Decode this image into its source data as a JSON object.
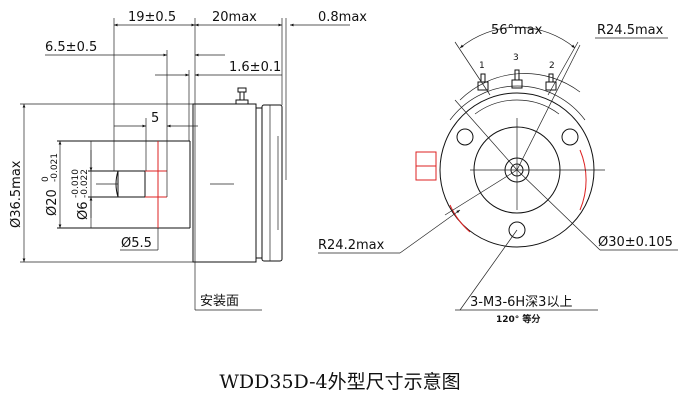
{
  "title": "WDD35D-4外型尺寸示意图",
  "side_view": {
    "dim_19": "19±0.5",
    "dim_20max": "20max",
    "dim_08max": "0.8max",
    "dim_65": "6.5±0.5",
    "dim_16": "1.6±0.1",
    "dim_5": "5",
    "dim_d365": "Ø36.5max",
    "dim_d20": "Ø20",
    "dim_d20_tol_upper": "0",
    "dim_d20_tol_lower": "-0.021",
    "dim_d6": "Ø6",
    "dim_d6_tol_upper": "-0.010",
    "dim_d6_tol_lower": "-0.022",
    "dim_d55": "Ø5.5",
    "mount_face": "安装面"
  },
  "front_view": {
    "angle": "56°max",
    "r245": "R24.5max",
    "r242": "R24.2max",
    "d30": "Ø30±0.105",
    "holes": "3-M3-6H深3以上",
    "holes_note": "120° 等分",
    "terminals": [
      "1",
      "3",
      "2"
    ]
  }
}
